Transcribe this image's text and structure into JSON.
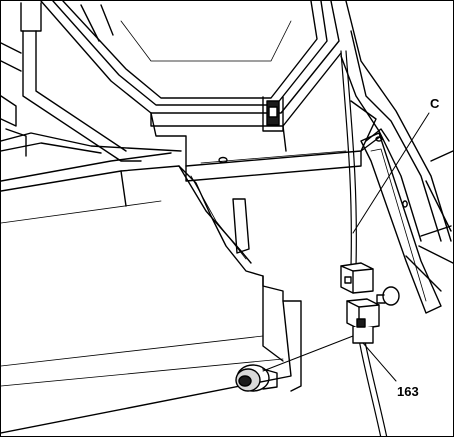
{
  "diagram": {
    "callouts": [
      {
        "id": "C",
        "label": "C"
      },
      {
        "id": "163",
        "label": "163"
      }
    ],
    "colors": {
      "line": "#000000",
      "shade": "#d9d9d9",
      "dark": "#1a1a1a",
      "background": "#ffffff"
    }
  }
}
